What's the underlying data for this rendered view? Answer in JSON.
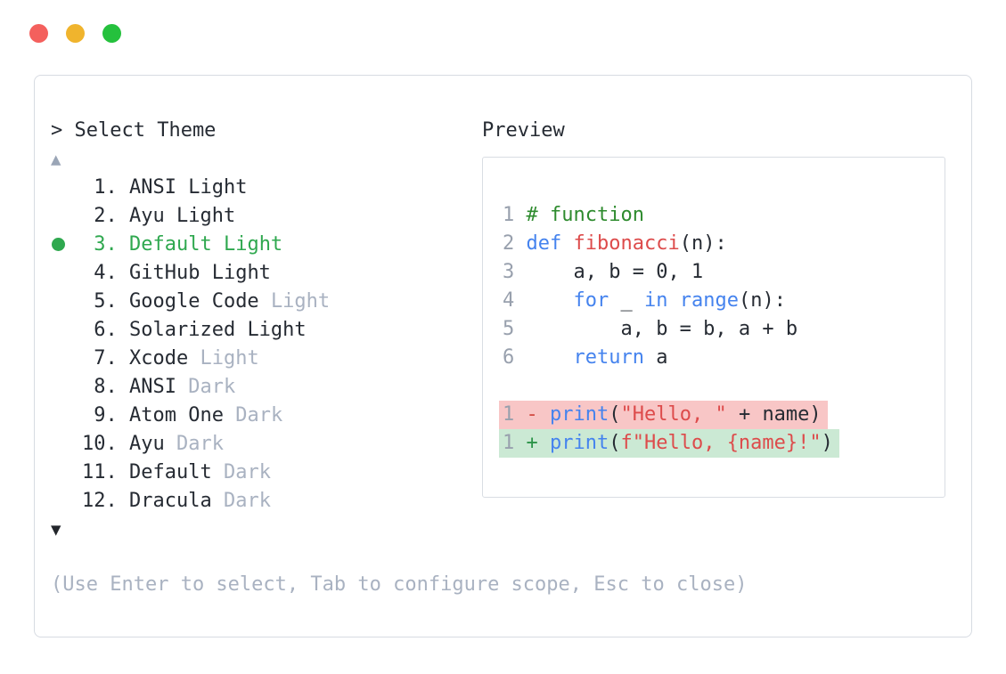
{
  "colors": {
    "traffic_red": "#f4605d",
    "traffic_yellow": "#f0b42d",
    "traffic_green": "#25c13d",
    "text_dark": "#262b33",
    "text_muted": "#a9b2c1",
    "line_number": "#98a0ad",
    "selected_green": "#2fa84f",
    "scroll_up_arrow": "#9aa5b6",
    "scroll_down_arrow": "#22262b",
    "syntax_keyword": "#4583ee",
    "syntax_function": "#dd4b4b",
    "syntax_string": "#dd4b4b",
    "syntax_comment": "#2e8b2e",
    "diff_removed_bg": "#f8c6c6",
    "diff_added_bg": "#cbe9d4",
    "diff_minus": "#d24a42",
    "diff_plus": "#2b9348"
  },
  "theme_picker": {
    "prompt": "> Select Theme",
    "scroll_up_glyph": "▲",
    "scroll_down_glyph": "▼",
    "items": [
      {
        "number": "1",
        "name": "ANSI",
        "variant": "Light",
        "variant_muted": false,
        "selected": false
      },
      {
        "number": "2",
        "name": "Ayu",
        "variant": "Light",
        "variant_muted": false,
        "selected": false
      },
      {
        "number": "3",
        "name": "Default",
        "variant": "Light",
        "variant_muted": false,
        "selected": true
      },
      {
        "number": "4",
        "name": "GitHub",
        "variant": "Light",
        "variant_muted": false,
        "selected": false
      },
      {
        "number": "5",
        "name": "Google Code",
        "variant": "Light",
        "variant_muted": true,
        "selected": false
      },
      {
        "number": "6",
        "name": "Solarized",
        "variant": "Light",
        "variant_muted": false,
        "selected": false
      },
      {
        "number": "7",
        "name": "Xcode",
        "variant": "Light",
        "variant_muted": true,
        "selected": false
      },
      {
        "number": "8",
        "name": "ANSI",
        "variant": "Dark",
        "variant_muted": true,
        "selected": false
      },
      {
        "number": "9",
        "name": "Atom One",
        "variant": "Dark",
        "variant_muted": true,
        "selected": false
      },
      {
        "number": "10",
        "name": "Ayu",
        "variant": "Dark",
        "variant_muted": true,
        "selected": false
      },
      {
        "number": "11",
        "name": "Default",
        "variant": "Dark",
        "variant_muted": true,
        "selected": false
      },
      {
        "number": "12",
        "name": "Dracula",
        "variant": "Dark",
        "variant_muted": true,
        "selected": false
      }
    ],
    "help": "(Use Enter to select, Tab to configure scope, Esc to close)"
  },
  "preview": {
    "title": "Preview",
    "code_lines": [
      {
        "number": "1",
        "segments": [
          {
            "style": "comment",
            "text": "# function"
          }
        ]
      },
      {
        "number": "2",
        "segments": [
          {
            "style": "keyword",
            "text": "def"
          },
          {
            "style": "plain",
            "text": " "
          },
          {
            "style": "function",
            "text": "fibonacci"
          },
          {
            "style": "plain",
            "text": "(n):"
          }
        ]
      },
      {
        "number": "3",
        "segments": [
          {
            "style": "plain",
            "text": "    a, b = 0, 1"
          }
        ]
      },
      {
        "number": "4",
        "segments": [
          {
            "style": "plain",
            "text": "    "
          },
          {
            "style": "keyword",
            "text": "for"
          },
          {
            "style": "plain",
            "text": " _ "
          },
          {
            "style": "keyword",
            "text": "in"
          },
          {
            "style": "plain",
            "text": " "
          },
          {
            "style": "keyword",
            "text": "range"
          },
          {
            "style": "plain",
            "text": "(n):"
          }
        ]
      },
      {
        "number": "5",
        "segments": [
          {
            "style": "plain",
            "text": "        a, b = b, a + b"
          }
        ]
      },
      {
        "number": "6",
        "segments": [
          {
            "style": "plain",
            "text": "    "
          },
          {
            "style": "keyword",
            "text": "return"
          },
          {
            "style": "plain",
            "text": " a"
          }
        ]
      },
      {
        "number": "",
        "segments": []
      },
      {
        "number": "1",
        "diff": "removed",
        "sign": "-",
        "segments": [
          {
            "style": "keyword",
            "text": "print"
          },
          {
            "style": "plain",
            "text": "("
          },
          {
            "style": "string",
            "text": "\"Hello, \""
          },
          {
            "style": "plain",
            "text": " + name)"
          }
        ]
      },
      {
        "number": "1",
        "diff": "added",
        "sign": "+",
        "segments": [
          {
            "style": "keyword",
            "text": "print"
          },
          {
            "style": "plain",
            "text": "("
          },
          {
            "style": "string",
            "text": "f\"Hello, {name}!\""
          },
          {
            "style": "plain",
            "text": ")"
          }
        ]
      }
    ]
  }
}
